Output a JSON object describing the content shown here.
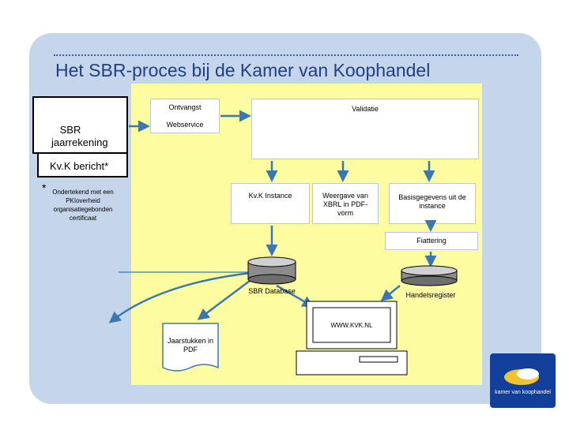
{
  "title": "Het SBR-proces bij de Kamer van Koophandel",
  "left": {
    "sbr": "SBR jaarrekening",
    "kvk_bericht": "Kv.K bericht*",
    "footnote_mark": "*",
    "footnote": "Ondertekend met een PKIoverheid organisatiegebonden certificaat"
  },
  "process": {
    "ontvangst": "Ontvangst",
    "webservice": "Webservice",
    "validatie": "Validatie",
    "kvk_instance": "Kv.K Instance",
    "weergave": "Weergave van XBRL in PDF-vorm",
    "basisgegevens": "Basisgegevens uit de instance",
    "fiattering": "Fiattering",
    "sbr_database": "SBR Database",
    "handelsregister": "Handelsregister",
    "website": "WWW.KVK.NL",
    "jaarstukken": "Jaarstukken in PDF"
  },
  "logo": {
    "text": "kamer van koophandel"
  },
  "colors": {
    "panel": "#c5d6ea",
    "yellow": "#fefca0",
    "arrow": "#3a78b5",
    "title": "#1f3f86"
  }
}
